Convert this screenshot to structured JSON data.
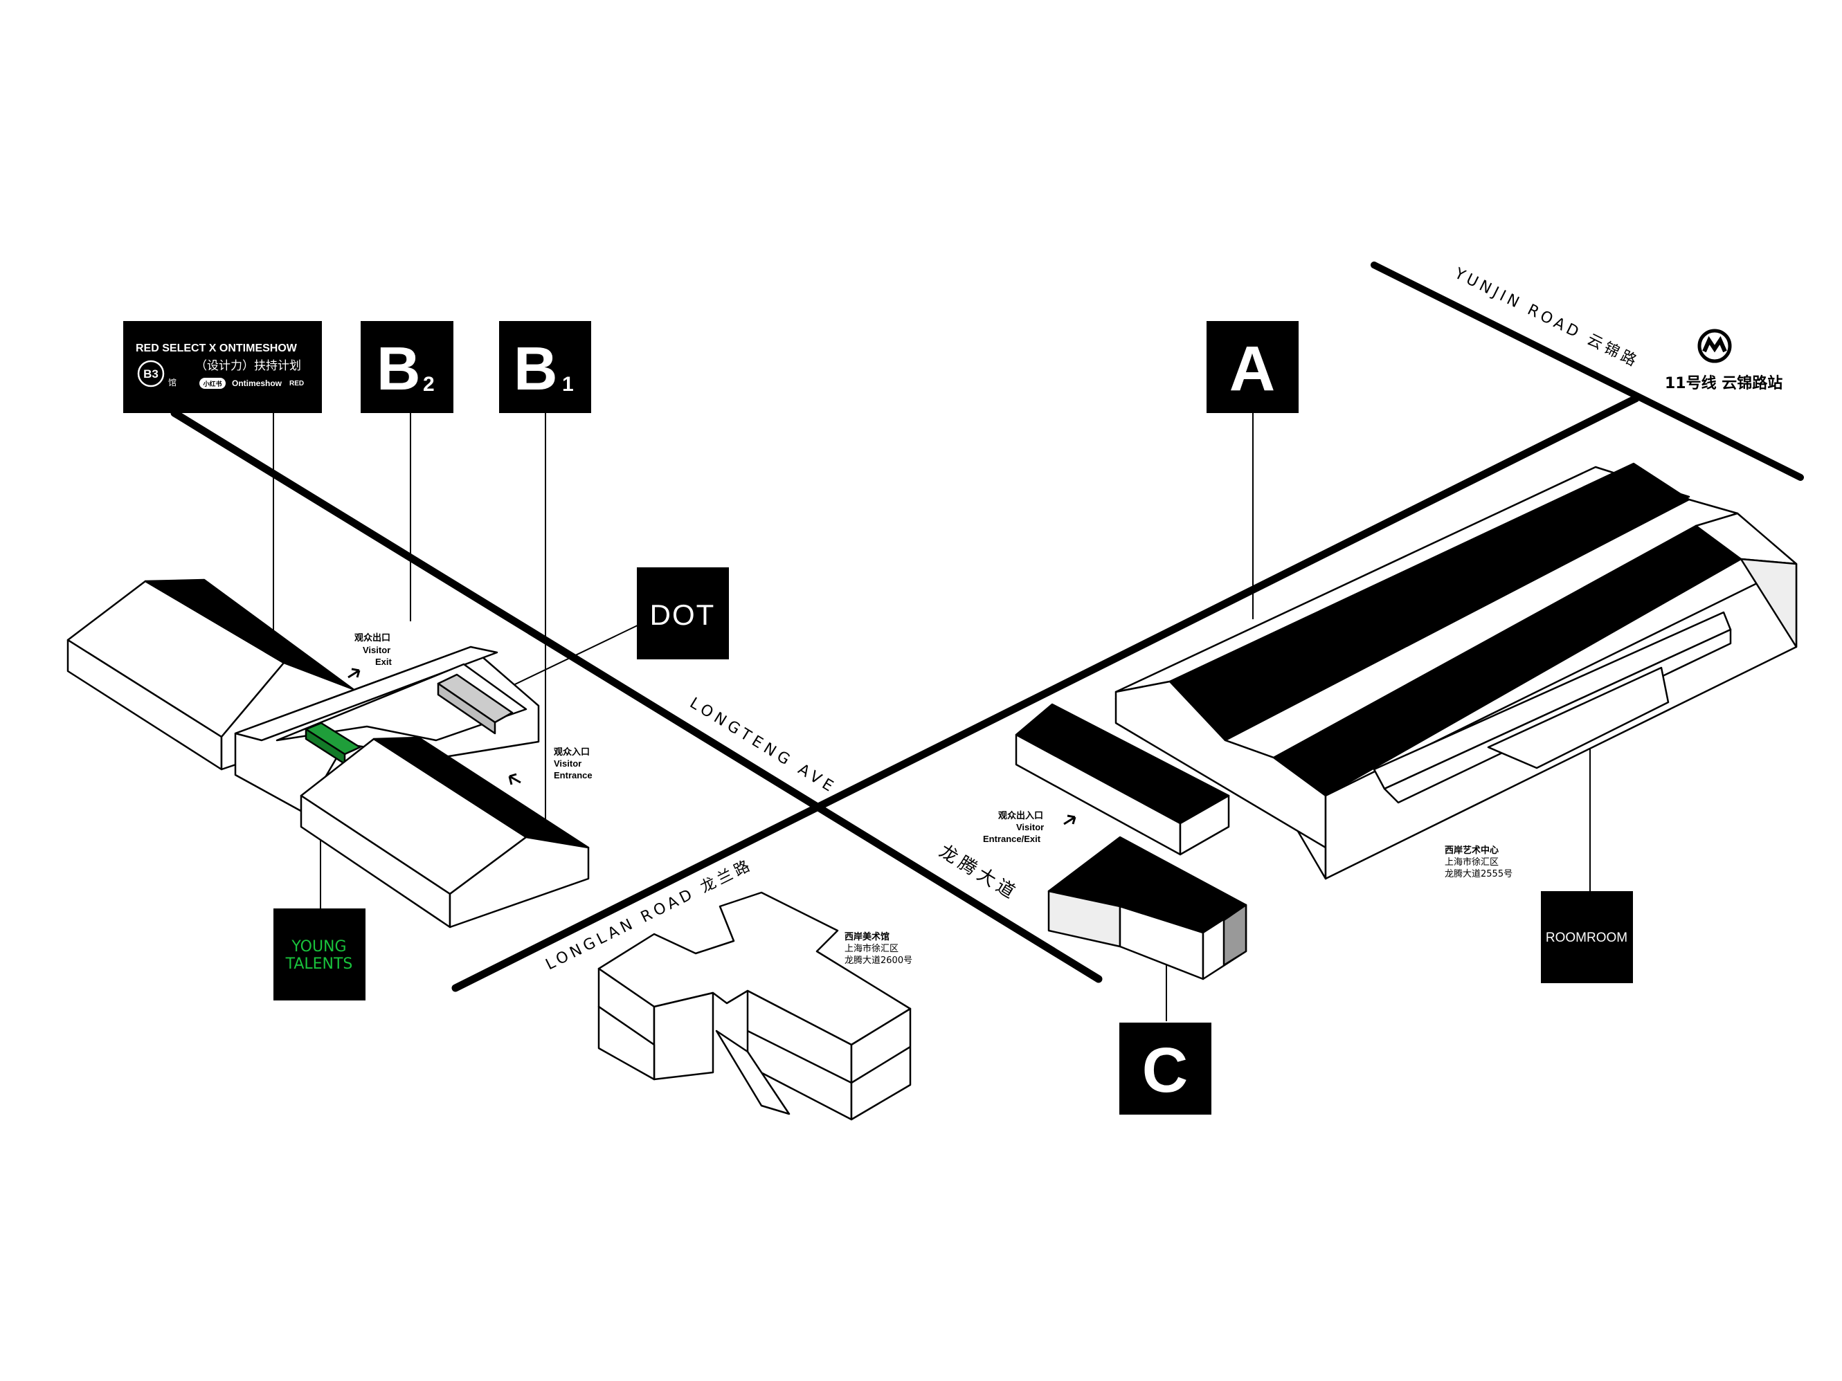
{
  "colors": {
    "ink": "#000000",
    "paper": "#ffffff",
    "wall_shade": "#eeeeee",
    "young_talents_green": "#1f9e3a",
    "young_talents_text": "#19c23c",
    "corridor_grey": "#cccccc"
  },
  "roads": {
    "yunjin": "YUNJIN ROAD  云锦路",
    "longteng_en": "LONGTENG AVE",
    "longteng_cn": "龙腾大道",
    "longlan": "LONGLAN ROAD  龙兰路"
  },
  "metro": {
    "icon": "shanghai-metro-icon",
    "label": "11号线  云锦路站"
  },
  "halls": {
    "a": "A",
    "b1_letter": "B",
    "b1_sub": "1",
    "b2_letter": "B",
    "b2_sub": "2",
    "c": "C"
  },
  "b3_sign": {
    "title": "RED SELECT X ONTIMESHOW",
    "badge": "B3",
    "badge_suffix": "馆",
    "program": "（设计力）扶持计划",
    "logo_1": "小红书",
    "logo_2": "Ontimeshow",
    "logo_3": "RED"
  },
  "brands": {
    "dot": "DOT",
    "young_1": "YOUNG",
    "young_2": "TALENTS",
    "roomroom": "ROOMROOM"
  },
  "entrances": {
    "exit_cn": "观众出口",
    "exit_en_1": "Visitor",
    "exit_en_2": "Exit",
    "entrance_cn": "观众入口",
    "entrance_en_1": "Visitor",
    "entrance_en_2": "Entrance",
    "both_cn": "观众出入口",
    "both_en_1": "Visitor",
    "both_en_2": "Entrance/Exit"
  },
  "venues": {
    "west_bund_art_center": {
      "name": "西岸艺术中心",
      "district": "上海市徐汇区",
      "address": "龙腾大道2555号"
    },
    "west_bund_museum": {
      "name": "西岸美术馆",
      "district": "上海市徐汇区",
      "address": "龙腾大道2600号"
    }
  }
}
